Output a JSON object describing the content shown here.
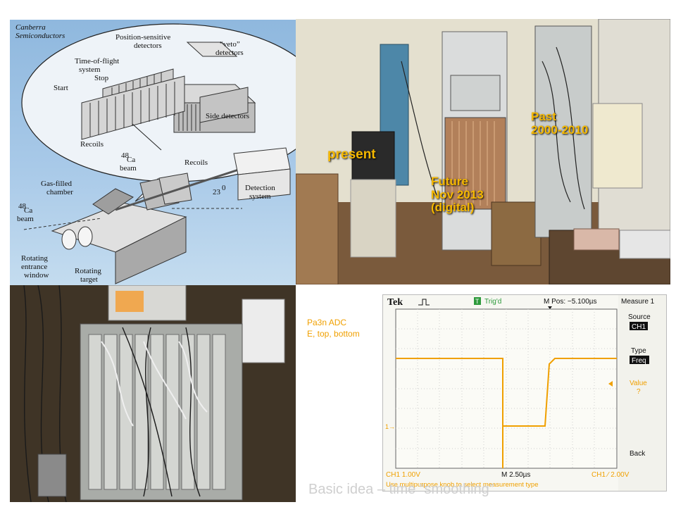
{
  "diagram": {
    "brand_line1": "Canberra",
    "brand_line2": "Semiconductors",
    "labels": {
      "psd_line1": "Position-sensitive",
      "psd_line2": "detectors",
      "veto_line1": "“veto”",
      "veto_line2": "detectors",
      "tof_line1": "Time-of-flight",
      "tof_line2": "system",
      "stop": "Stop",
      "start": "Start",
      "side": "Side detectors",
      "recoils_upper": "Recoils",
      "ca_beam_top_sup": "48",
      "ca_beam_top_el": "Ca",
      "ca_beam_top_word": "beam",
      "recoils_lower": "Recoils",
      "gas_line1": "Gas-filled",
      "gas_line2": "chamber",
      "angle": "23",
      "angle_sup": "0",
      "det_line1": "Detection",
      "det_line2": "system",
      "ca_beam_left_sup": "48",
      "ca_beam_left_el": "Ca",
      "ca_beam_left_word": "beam",
      "rot_window_line1": "Rotating",
      "rot_window_line2": "entrance",
      "rot_window_line3": "window",
      "rot_target_line1": "Rotating",
      "rot_target_line2": "target"
    }
  },
  "photo_labels": {
    "past_line1": "Past",
    "past_line2": "2000-2010",
    "present": "present",
    "future_line1": "Future",
    "future_line2": "Nov 2013",
    "future_line3": "(digital)"
  },
  "side_note": {
    "line1": "Pa3n ADC",
    "line2": "E, top, bottom"
  },
  "scope": {
    "brand": "Tek",
    "trig_badge": "T",
    "trig_status": "Trig'd",
    "mpos": "M Pos: −5.100µs",
    "menu": {
      "title": "Measure 1",
      "source_label": "Source",
      "source_value": "CH1",
      "type_label": "Type",
      "type_value": "Freq",
      "value_label": "Value",
      "value_value": "?",
      "back_label": "Back"
    },
    "ch_marker": "1→",
    "status": {
      "ch1_scale": "CH1  1.00V",
      "time_scale": "M 2.50µs",
      "trigger": "CH1 ∕ 2.00V"
    },
    "help": "Use multipurpose knob to select measurement type",
    "colors": {
      "trace": "#f0a000",
      "screen": "#f7f7f2",
      "grid": "#c8c8c8"
    }
  },
  "footer": "Basic idea – time “smoothing”"
}
